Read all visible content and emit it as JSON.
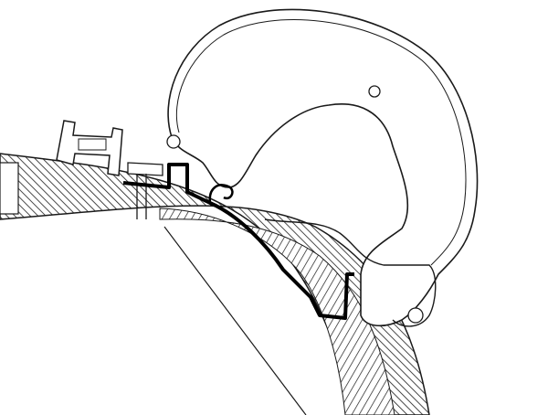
{
  "colors": {
    "background": "#ffffff",
    "line": "#1a1a1a",
    "bracket": "#000000"
  },
  "elements": [
    "hatched-roof-section",
    "awning-profile",
    "mounting-rail",
    "adapter-bracket",
    "fastener-screw"
  ]
}
